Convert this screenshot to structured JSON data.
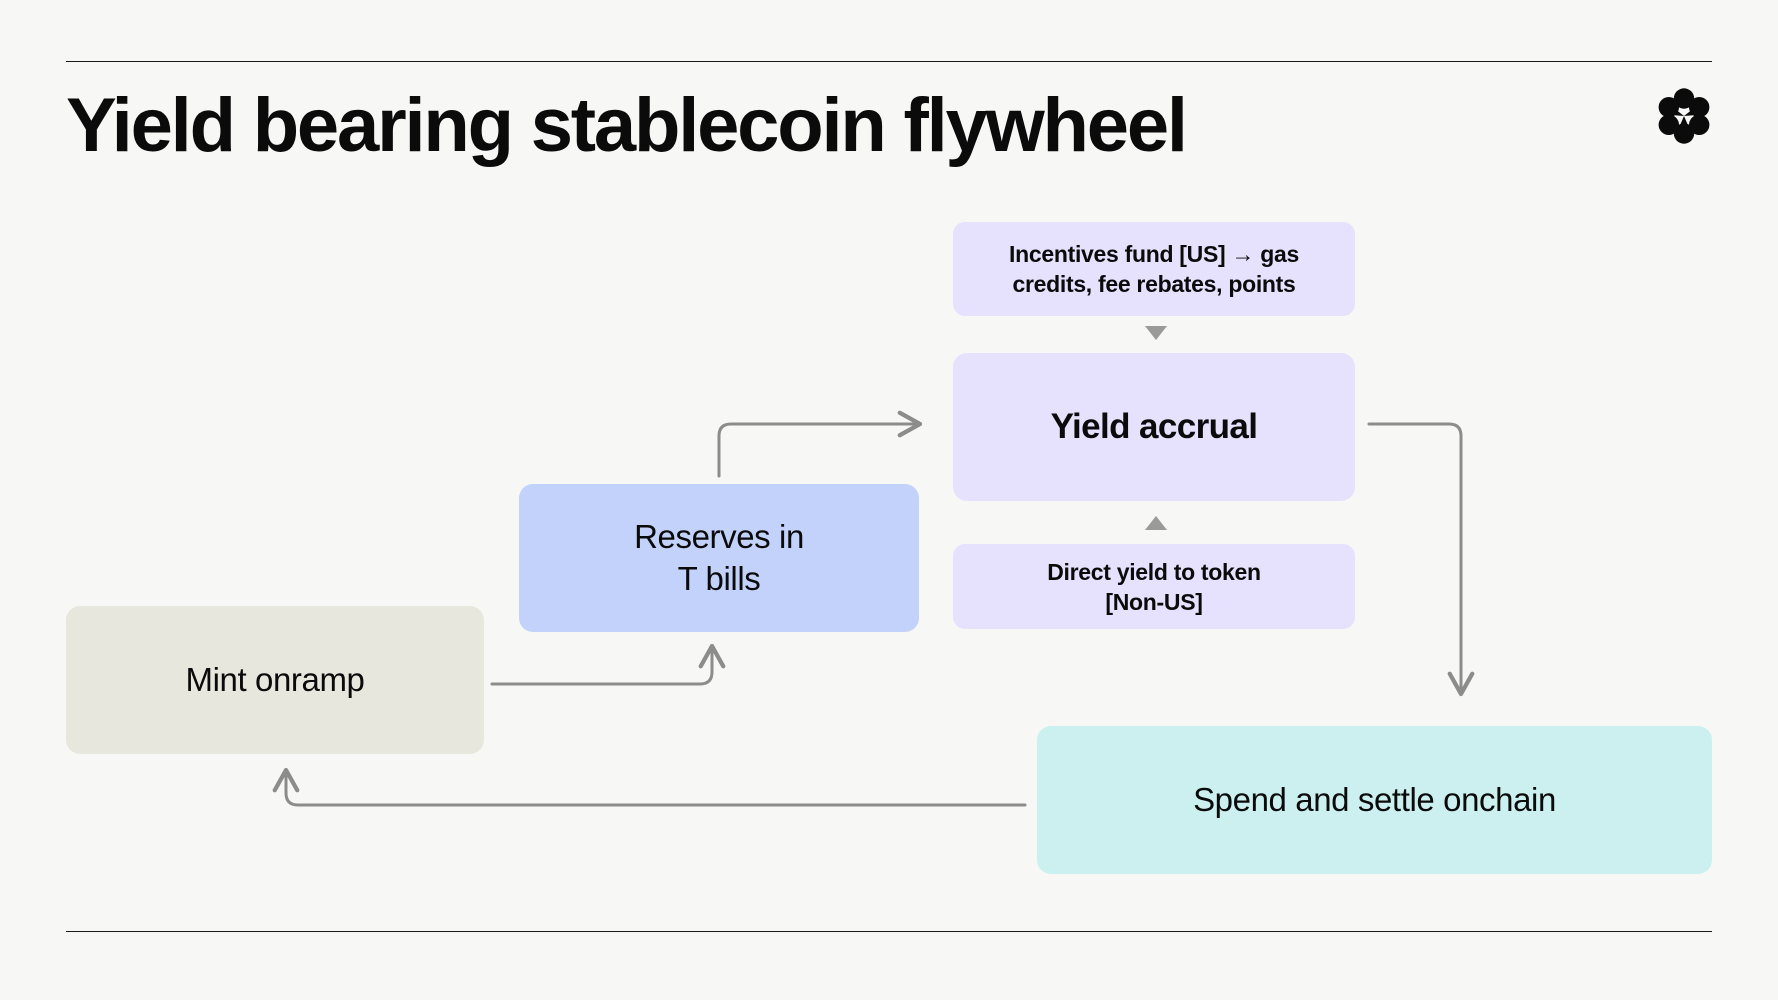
{
  "header": {
    "title": "Yield bearing stablecoin flywheel",
    "logo_icon": "flower-rosette-logo"
  },
  "colors": {
    "background": "#F7F7F5",
    "rule": "#1A1A1A",
    "text": "#0B0B0B",
    "edge": "#8C8C8C",
    "marker": "#9A9A9A",
    "lavender": "#E6E1FD",
    "periwinkle": "#C3D2FB",
    "beige": "#E7E7DE",
    "cyan": "#CCF0F0"
  },
  "diagram": {
    "type": "flowchart",
    "nodes": [
      {
        "id": "incentives",
        "label": "Incentives fund [US] → gas credits, fee rebates, points",
        "color": "#E6E1FD"
      },
      {
        "id": "yield",
        "label": "Yield accrual",
        "color": "#E6E1FD"
      },
      {
        "id": "direct",
        "label": "Direct yield to token [Non-US]",
        "color": "#E6E1FD"
      },
      {
        "id": "reserves",
        "label": "Reserves in\nT bills",
        "line1": "Reserves in",
        "line2": "T bills",
        "color": "#C3D2FB"
      },
      {
        "id": "mint",
        "label": "Mint onramp",
        "color": "#E7E7DE"
      },
      {
        "id": "spend",
        "label": "Spend and settle onchain",
        "color": "#CCF0F0"
      }
    ],
    "edges": [
      {
        "from": "mint",
        "to": "reserves",
        "style": "elbow-right-up",
        "arrow": true
      },
      {
        "from": "reserves",
        "to": "yield",
        "style": "elbow-up-right",
        "arrow": true
      },
      {
        "from": "yield",
        "to": "spend",
        "style": "elbow-right-down",
        "arrow": true
      },
      {
        "from": "spend",
        "to": "mint",
        "style": "elbow-left-up",
        "arrow": true
      },
      {
        "from": "incentives",
        "to": "yield",
        "style": "triangle-down",
        "arrow": true
      },
      {
        "from": "direct",
        "to": "yield",
        "style": "triangle-up",
        "arrow": true
      }
    ]
  },
  "nodes": {
    "incentives": {
      "line1": "Incentives fund [US] → gas",
      "line2": "credits, fee rebates, points"
    },
    "yield": {
      "label": "Yield accrual"
    },
    "direct": {
      "line1": "Direct yield to token",
      "line2": "[Non-US]"
    },
    "reserves": {
      "line1": "Reserves in",
      "line2": "T bills"
    },
    "mint": {
      "label": "Mint onramp"
    },
    "spend": {
      "label": "Spend and settle onchain"
    }
  }
}
